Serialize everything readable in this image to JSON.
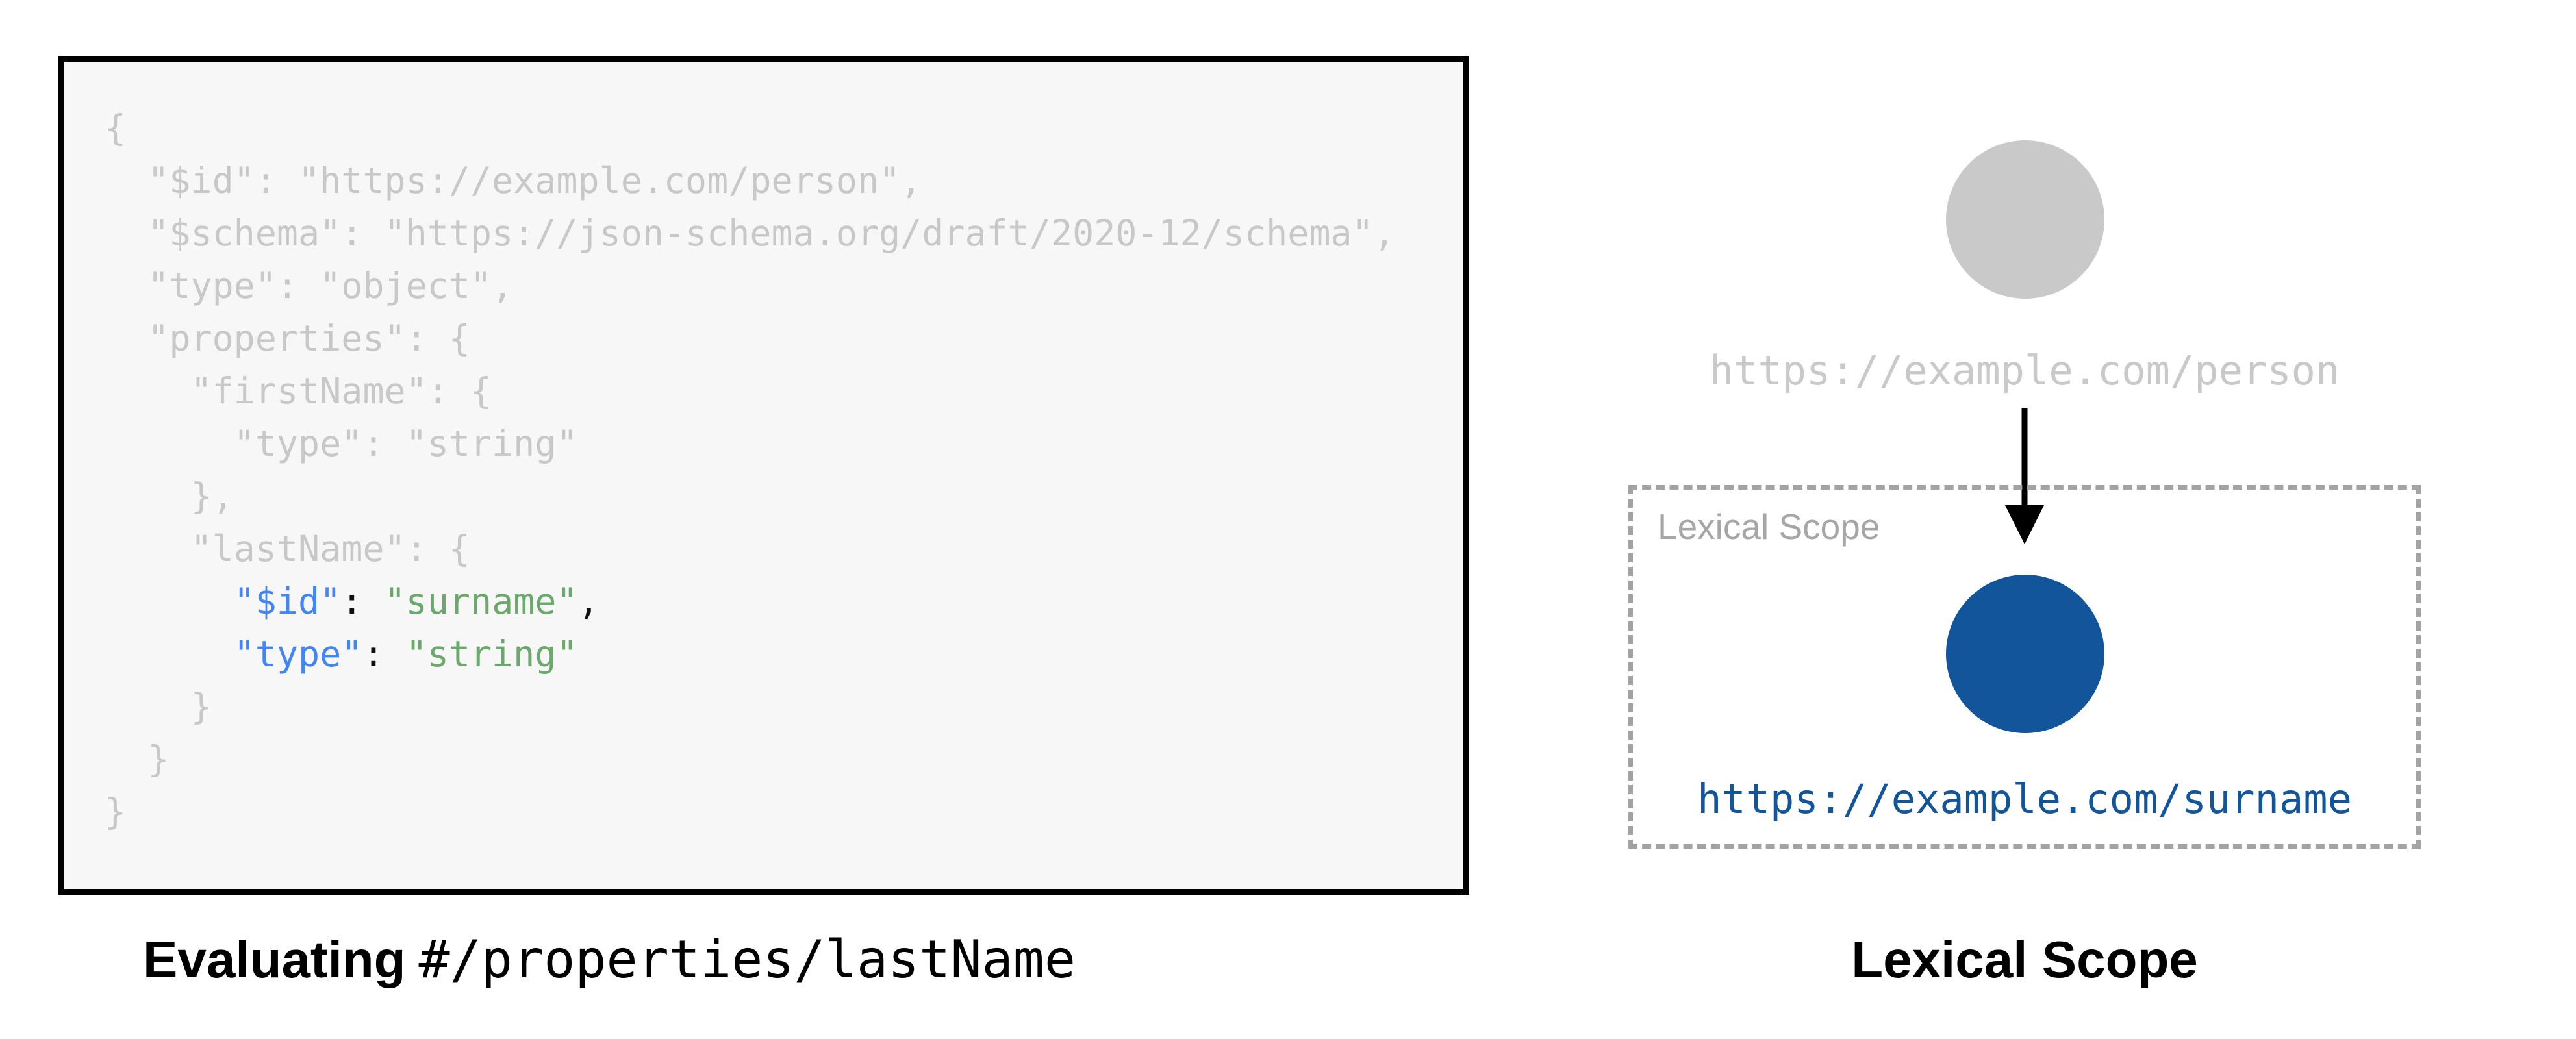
{
  "left_panel": {
    "caption": {
      "bold": "Evaluating",
      "code": "#/properties/lastName"
    },
    "code": {
      "lines": [
        [
          {
            "t": "{",
            "c": "muted"
          }
        ],
        [
          {
            "t": "  \"$id\": \"https://example.com/person\",",
            "c": "muted"
          }
        ],
        [
          {
            "t": "  \"$schema\": \"https://json-schema.org/draft/2020-12/schema\",",
            "c": "muted"
          }
        ],
        [
          {
            "t": "  \"type\": \"object\",",
            "c": "muted"
          }
        ],
        [
          {
            "t": "  \"properties\": {",
            "c": "muted"
          }
        ],
        [
          {
            "t": "    \"firstName\": {",
            "c": "muted"
          }
        ],
        [
          {
            "t": "      \"type\": \"string\"",
            "c": "muted"
          }
        ],
        [
          {
            "t": "    },",
            "c": "muted"
          }
        ],
        [
          {
            "t": "    \"lastName\": {",
            "c": "muted"
          }
        ],
        [
          {
            "t": "      ",
            "c": "muted"
          },
          {
            "t": "\"$id\"",
            "c": "key"
          },
          {
            "t": ": ",
            "c": "punct"
          },
          {
            "t": "\"surname\"",
            "c": "str"
          },
          {
            "t": ",",
            "c": "punct"
          }
        ],
        [
          {
            "t": "      ",
            "c": "muted"
          },
          {
            "t": "\"type\"",
            "c": "key"
          },
          {
            "t": ": ",
            "c": "punct"
          },
          {
            "t": "\"string\"",
            "c": "str"
          }
        ],
        [
          {
            "t": "    }",
            "c": "muted"
          }
        ],
        [
          {
            "t": "  }",
            "c": "muted"
          }
        ],
        [
          {
            "t": "}",
            "c": "muted"
          }
        ]
      ]
    }
  },
  "diagram": {
    "parent_node": {
      "label": "https://example.com/person",
      "color": "#c9c9c9"
    },
    "scope_box": {
      "label": "Lexical Scope"
    },
    "child_node": {
      "label": "https://example.com/surname",
      "color": "#12559a"
    },
    "caption": "Lexical Scope"
  },
  "colors": {
    "code_muted": "#c8c8c8",
    "code_key_blue": "#4285f4",
    "code_string_green": "#6ba86b",
    "code_punct_black": "#111111",
    "node_gray": "#c9c9c9",
    "node_blue": "#12559a",
    "panel_background": "#f7f7f7",
    "panel_border": "#000000",
    "dashed_border_gray": "#a3a3a3",
    "scope_label_gray": "#a6a6a6"
  }
}
